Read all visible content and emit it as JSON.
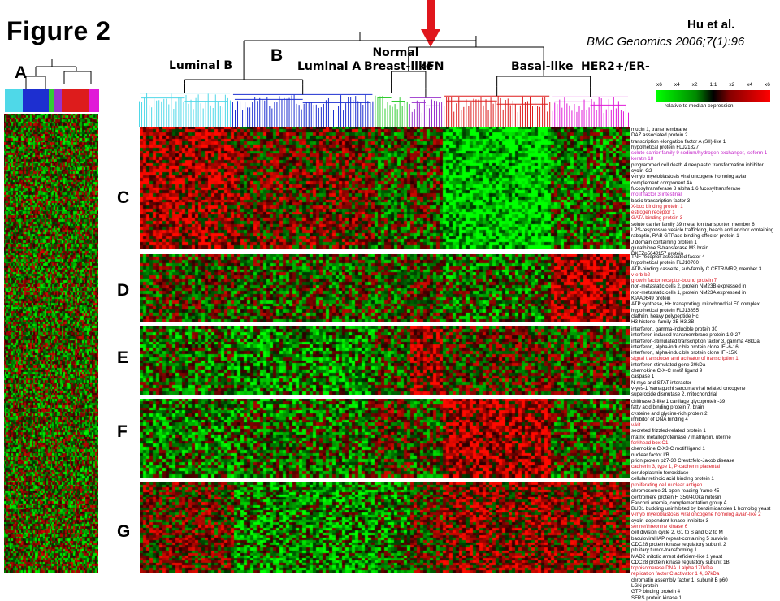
{
  "figure": {
    "title": "Figure 2",
    "author": "Hu et al.",
    "citation": "BMC Genomics 2006;7(1):96"
  },
  "panels": [
    "A",
    "B",
    "C",
    "D",
    "E",
    "F",
    "G"
  ],
  "subtypes": [
    {
      "name": "Luminal B",
      "color": "#4fd8e8"
    },
    {
      "name": "Luminal A",
      "color": "#1d2fd0"
    },
    {
      "name": "Normal\nBreast-like",
      "color": "#33cc33"
    },
    {
      "name": "IFN",
      "color": "#9933cc"
    },
    {
      "name": "Basal-like",
      "color": "#dd1c1c"
    },
    {
      "name": "HER2+/ER-",
      "color": "#e01ad8"
    }
  ],
  "legend": {
    "ticks": [
      "x6",
      "x4",
      "x2",
      "1:1",
      "x2",
      "x4",
      "x6"
    ],
    "caption": "relative to median expression"
  },
  "gene_lists": {
    "C": [
      {
        "t": "mucin 1, transmembrane"
      },
      {
        "t": "DAZ associated protein 2"
      },
      {
        "t": "transcription elongation factor A (SII)-like 1"
      },
      {
        "t": "hypothetical protein FLJ21827"
      },
      {
        "t": "solute carrier family 9 sodium/hydrogen exchanger, isoform 1",
        "c": "pk"
      },
      {
        "t": "keratin 18",
        "c": "pk"
      },
      {
        "t": "programmed cell death 4 neoplastic transformation inhibitor"
      },
      {
        "t": "cyclin G2"
      },
      {
        "t": "v-myb myeloblastosis viral oncogene homolog avian"
      },
      {
        "t": "complement component 4A"
      },
      {
        "t": "fucosyltransferase 8 alpha 1,6 fucosyltransferase"
      },
      {
        "t": "motif factor 3 intestinal",
        "c": "pk"
      },
      {
        "t": "basic transcription factor 3"
      },
      {
        "t": "X-box binding protein 1",
        "c": "hl"
      },
      {
        "t": "estrogen receptor 1",
        "c": "hl"
      },
      {
        "t": "GATA binding protein 3",
        "c": "hl"
      },
      {
        "t": "solute carrier family 39 metal ion transporter, member 6"
      },
      {
        "t": "LPS-responsive vesicle trafficking, beach and anchor containing"
      },
      {
        "t": "rabaptin, RAB GTPase binding effector protein 1"
      },
      {
        "t": "J domain containing protein 1"
      },
      {
        "t": "glutathione S-transferase M3 brain"
      },
      {
        "t": "DKFZp564J157 protein"
      }
    ],
    "D": [
      {
        "t": "TNF receptor-associated factor 4"
      },
      {
        "t": "hypothetical protein FLJ10700"
      },
      {
        "t": "ATP-binding cassette, sub-family C CFTR/MRP, member 3"
      },
      {
        "t": "v-erb-b2",
        "c": "hl"
      },
      {
        "t": "growth factor receptor-bound protein 7",
        "c": "hl"
      },
      {
        "t": "non-metastatic cells 2, protein NM23B expressed in"
      },
      {
        "t": "non-metastatic cells 1, protein NM23A expressed in"
      },
      {
        "t": "KIAA0649 protein"
      },
      {
        "t": "ATP synthase, H+ transporting, mitochondrial F0 complex"
      },
      {
        "t": "hypothetical protein FLJ13855"
      },
      {
        "t": "clathrin, heavy polypeptide Hc"
      },
      {
        "t": "H3 histone, family 3B H3.3B"
      }
    ],
    "E": [
      {
        "t": "interferon, gamma-inducible protein 30"
      },
      {
        "t": "interferon induced transmembrane protein 1 9-27"
      },
      {
        "t": "interferon-stimulated transcription factor 3, gamma 48kDa"
      },
      {
        "t": "interferon, alpha-inducible protein clone IFI-6-16"
      },
      {
        "t": "interferon, alpha-inducible protein clone IFI-15K"
      },
      {
        "t": "signal transducer and activator of transcription 1",
        "c": "hl"
      },
      {
        "t": "interferon stimulated gene 20kDa"
      },
      {
        "t": "chemokine C-X-C motif ligand 9"
      },
      {
        "t": "caspase 1"
      },
      {
        "t": "N-myc and STAT interactor"
      },
      {
        "t": "v-yes-1 Yamaguchi sarcoma viral related oncogene"
      },
      {
        "t": "superoxide dismutase 2, mitochondrial"
      }
    ],
    "F": [
      {
        "t": "chitinase 3-like 1 cartilage glycoprotein-39"
      },
      {
        "t": "fatty acid binding protein 7, brain"
      },
      {
        "t": "cysteine and glycine-rich protein 2"
      },
      {
        "t": "inhibitor of DNA binding 4"
      },
      {
        "t": "v-kit",
        "c": "hl"
      },
      {
        "t": "secreted frizzled-related protein 1"
      },
      {
        "t": "matrix metalloproteinase 7 matrilysin, uterine"
      },
      {
        "t": "forkhead box C1",
        "c": "hl"
      },
      {
        "t": "chemokine C-X3-C motif ligand 1"
      },
      {
        "t": "nuclear factor I/B"
      },
      {
        "t": "prion protein p27-30 Creutzfeld-Jakob disease"
      },
      {
        "t": "cadherin 3, type 1, P-cadherin placental",
        "c": "hl"
      },
      {
        "t": "ceruloplasmin ferroxidase"
      },
      {
        "t": "cellular retinoic acid binding protein 1"
      }
    ],
    "G": [
      {
        "t": "proliferating cell nuclear antigen",
        "c": "hl"
      },
      {
        "t": "chromosome 21 open reading frame 45"
      },
      {
        "t": "centromere protein F, 350/400ka mitosin"
      },
      {
        "t": "Fanconi anemia, complementation group A"
      },
      {
        "t": "BUB1 budding uninhibited by benzimidazoles 1 homolog yeast"
      },
      {
        "t": "v-myb myeloblastosis viral oncogene homolog avian-like 2",
        "c": "hl"
      },
      {
        "t": "cyclin-dependent kinase inhibitor 3"
      },
      {
        "t": "serine/threonine kinase 6",
        "c": "hl"
      },
      {
        "t": "cell division cycle 2, G1 to S and G2 to M"
      },
      {
        "t": "baculoviral IAP repeat-containing 5 survivin"
      },
      {
        "t": "CDC28 protein kinase regulatory subunit 2"
      },
      {
        "t": "pituitary tumor-transforming 1"
      },
      {
        "t": "MAD2 mitotic arrest deficient-like 1 yeast"
      },
      {
        "t": "CDC28 protein kinase regulatory subunit 1B"
      },
      {
        "t": "topoisomerase DNA II alpha 170kDa",
        "c": "hl"
      },
      {
        "t": "replication factor C activator 1 4, 37kDa",
        "c": "hl"
      },
      {
        "t": "chromatin assembly factor 1, subunit B p60"
      },
      {
        "t": "LGN protein"
      },
      {
        "t": "GTP binding protein 4"
      },
      {
        "t": "SFRS protein kinase 1"
      }
    ]
  }
}
